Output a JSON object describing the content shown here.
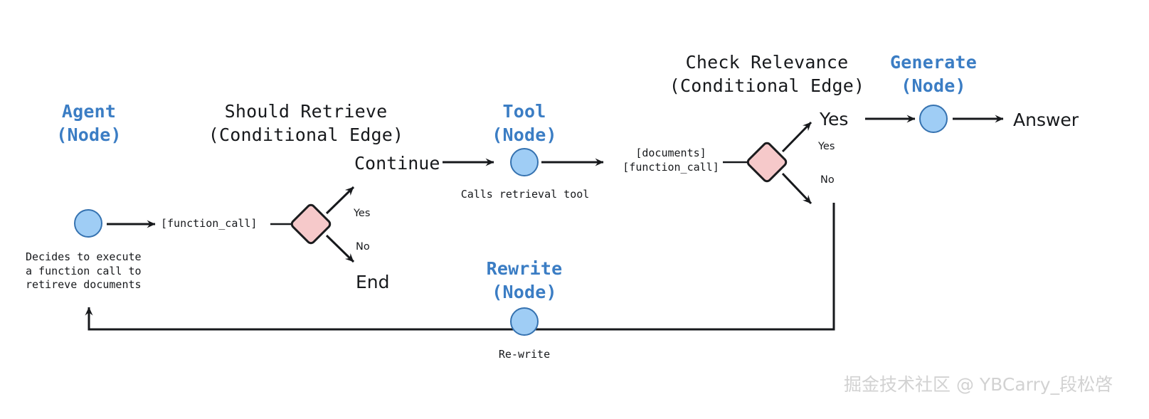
{
  "diagram": {
    "title_nodes": {
      "agent": {
        "line1": "Agent",
        "line2": "(Node)"
      },
      "tool": {
        "line1": "Tool",
        "line2": "(Node)"
      },
      "generate": {
        "line1": "Generate",
        "line2": "(Node)"
      },
      "rewrite": {
        "line1": "Rewrite",
        "line2": "(Node)"
      }
    },
    "title_edges": {
      "should_retrieve": {
        "line1": "Should Retrieve",
        "line2": "(Conditional Edge)"
      },
      "check_relevance": {
        "line1": "Check Relevance",
        "line2": "(Conditional Edge)"
      }
    },
    "captions": {
      "agent": "Decides to execute\na function call to\nretireve documents",
      "tool": "Calls retrieval tool",
      "rewrite": "Re-write"
    },
    "edge_labels": {
      "function_call": "[function_call]",
      "documents_function_call": "[documents]\n[function_call]",
      "continue": "Continue",
      "end": "End",
      "answer": "Answer",
      "yes_big": "Yes",
      "yes_small_1": "Yes",
      "no_small_1": "No",
      "yes_small_2": "Yes",
      "no_small_2": "No"
    },
    "watermark": "掘金技术社区 @ YBCarry_段松啓",
    "colors": {
      "node_fill": "#9fcdf5",
      "node_stroke": "#3572b0",
      "decision_fill": "#f6c9ca",
      "decision_stroke": "#1b1c1e",
      "node_label": "#3b7dc4",
      "text": "#17191c",
      "edge": "#17191c",
      "background": "#ffffff",
      "watermark": "#d2d2d2"
    }
  }
}
